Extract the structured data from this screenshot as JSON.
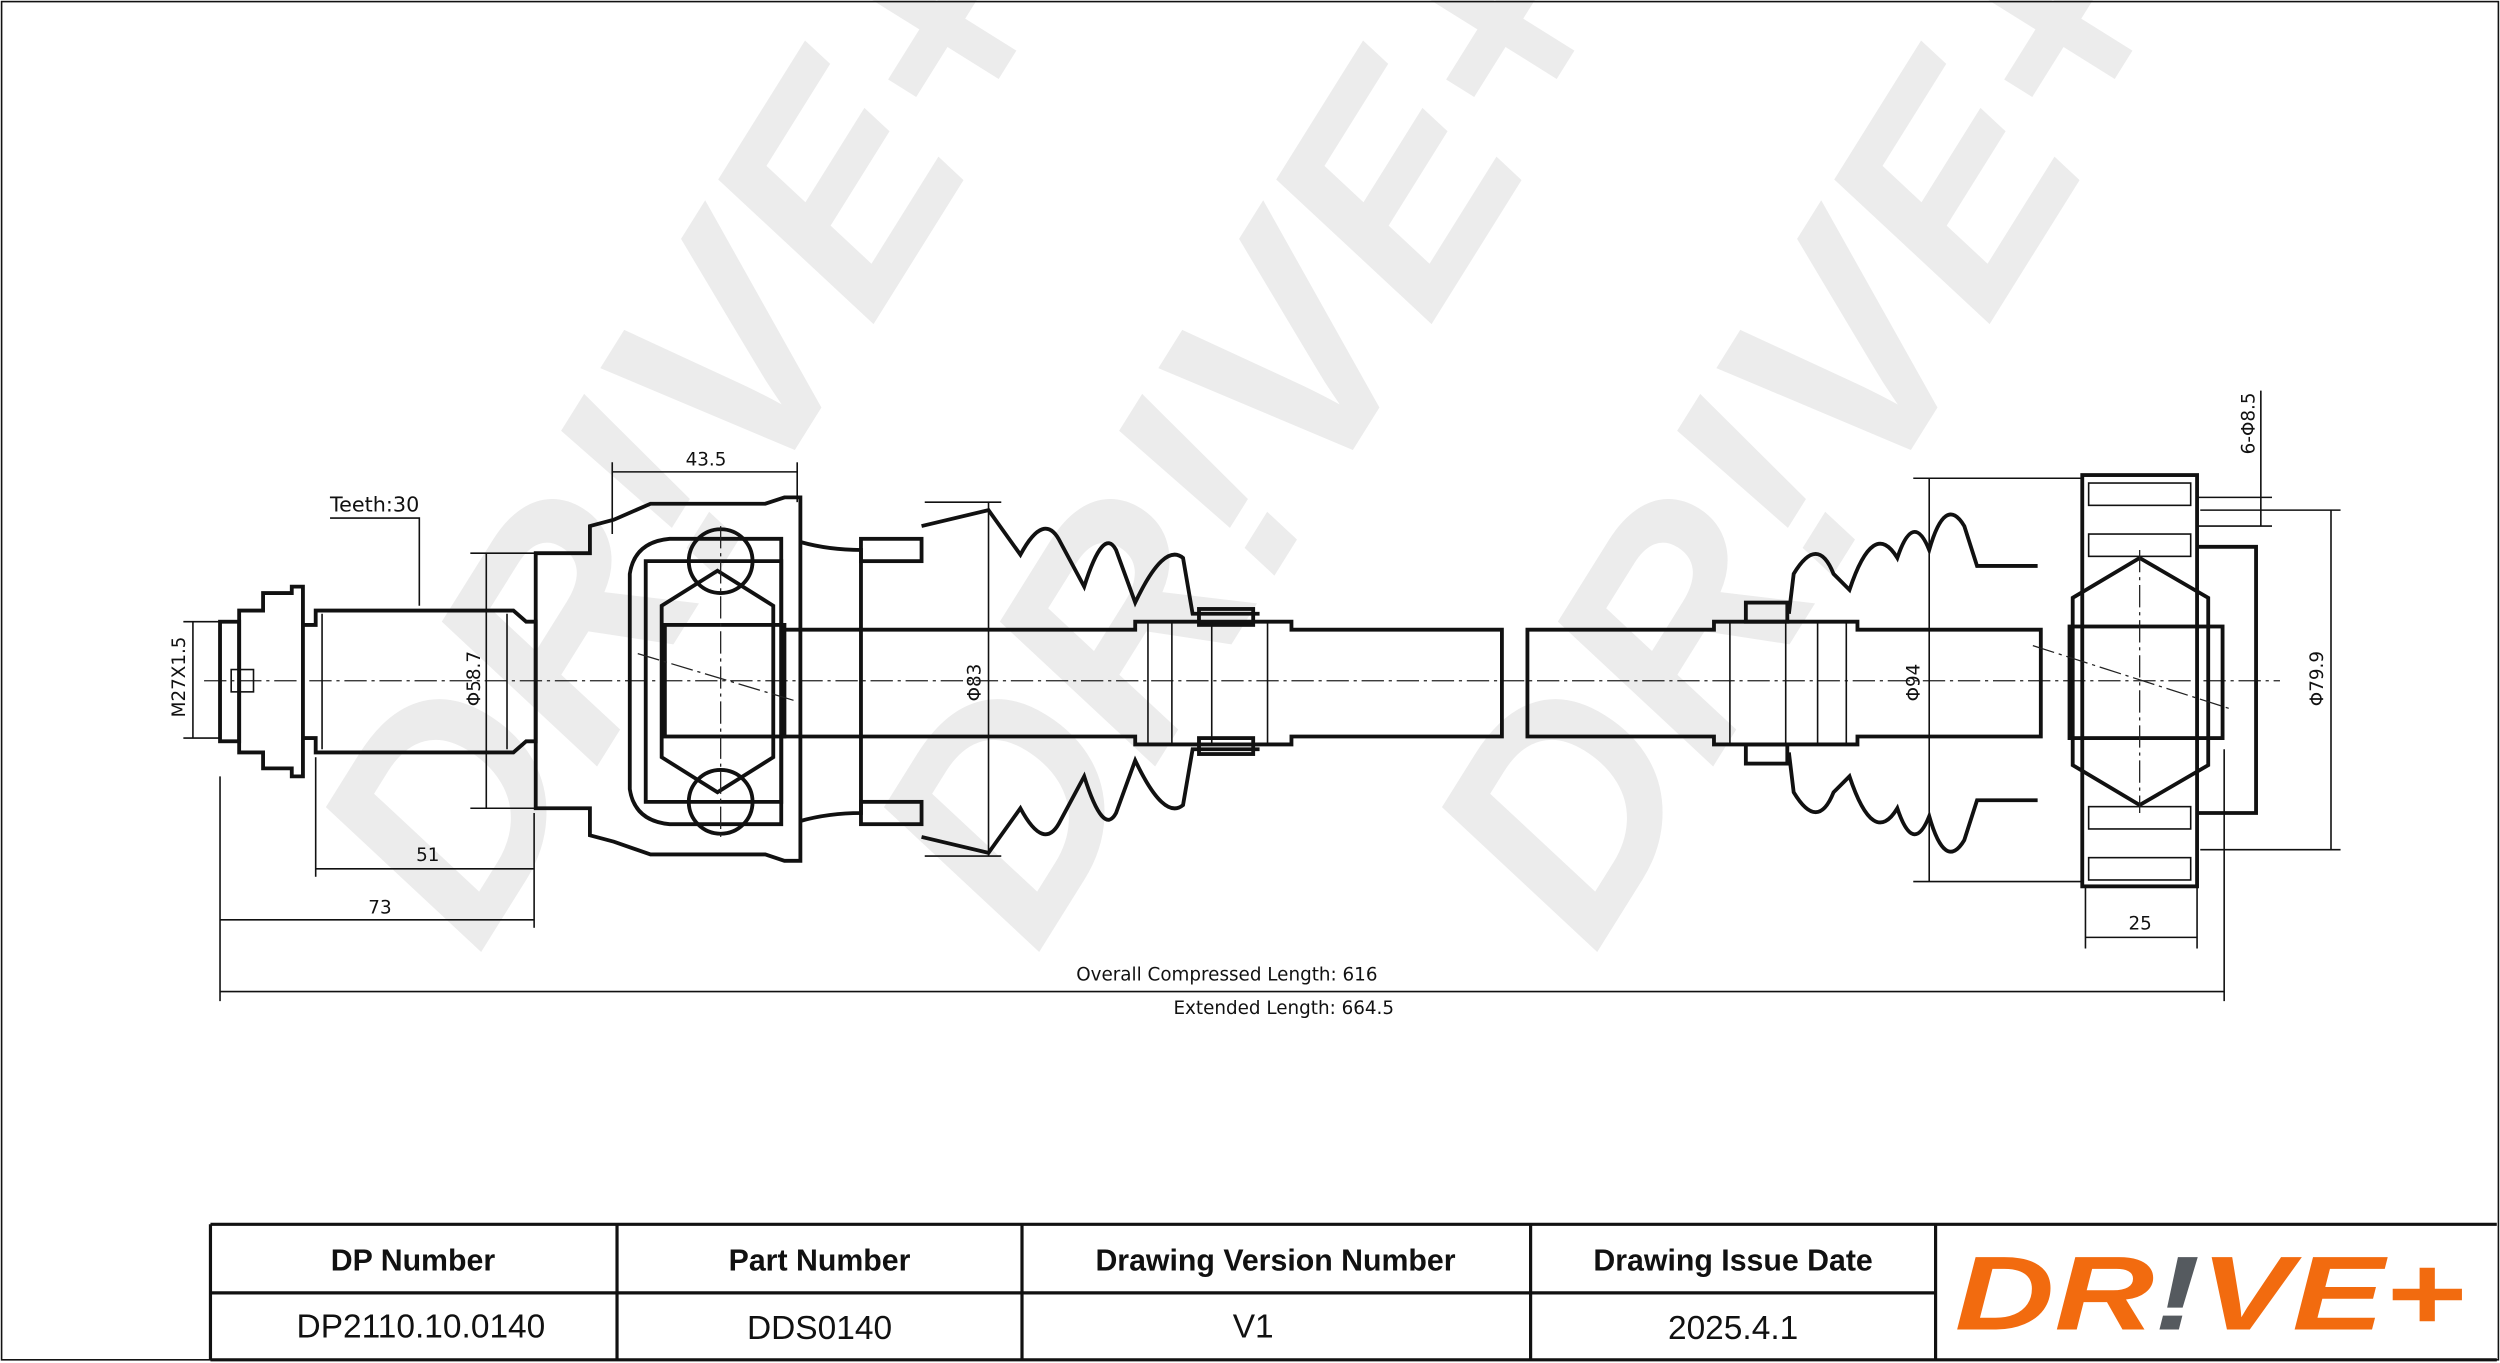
{
  "drawing": {
    "teeth_label": "Teeth:30",
    "thread_label": "M27X1.5",
    "dim_stub_diameter": "Φ58.7",
    "dim_joint_width": "43.5",
    "dim_spline_length": "51",
    "dim_stub_length": "73",
    "dim_boot_left_diameter": "Φ83",
    "dim_boot_right_diameter": "Φ94",
    "dim_flange_pcd": "Φ79.9",
    "dim_bolt_holes": "6-Φ8.5",
    "dim_flange_width": "25",
    "overall_length": "Overall  Compressed  Length: 616",
    "extended_length": "Extended  Length: 664.5"
  },
  "table": {
    "headers": [
      "DP Number",
      "Part Number",
      "Drawing Version Number",
      "Drawing Issue Date"
    ],
    "values": [
      "DP2110.10.0140",
      "DDS0140",
      "V1",
      "2025.4.1"
    ]
  },
  "logo": {
    "text_a": "DR",
    "text_b": "!",
    "text_c": "VE+",
    "watermark": "DR!VE+"
  },
  "colors": {
    "brand_orange": "#f26b0f",
    "brand_gray": "#555a5f",
    "watermark": "#ececec"
  }
}
